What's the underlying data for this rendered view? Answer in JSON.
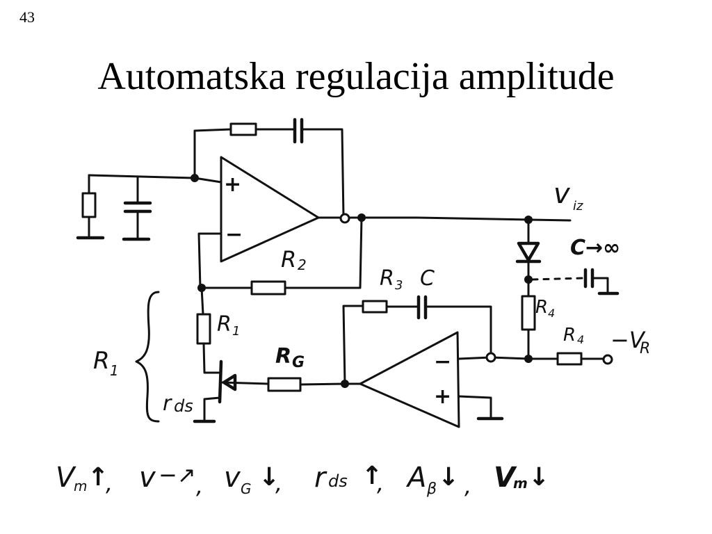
{
  "slide": {
    "number": "43",
    "title": "Automatska regulacija amplitude"
  },
  "circuit": {
    "labels": {
      "v_iz": "v",
      "v_iz_sub": "iz",
      "r2": "R",
      "r2_sub": "2",
      "r3": "R",
      "r3_sub": "3",
      "c": "C",
      "c_inf": "C→∞",
      "r4_vertical": "R",
      "r4_vertical_sub": "4",
      "r4_horizontal": "R",
      "r4_horizontal_sub": "4",
      "vr": "−V",
      "vr_sub": "R",
      "r1_small": "R",
      "r1_small_sub": "1",
      "r1_big": "R",
      "r1_big_sub": "1",
      "rg": "R",
      "rg_sub": "G",
      "rds": "r",
      "rds_sub": "ds",
      "plus_top": "+",
      "minus_top": "−",
      "minus_bottom": "−",
      "plus_bottom": "+"
    },
    "chain": [
      {
        "main": "V",
        "sub": "m",
        "arrow": "↑",
        "sep": ","
      },
      {
        "main": "v",
        "sub": "",
        "arrow": "−↗",
        "sep": ","
      },
      {
        "main": "v",
        "sub": "G",
        "arrow": "↓",
        "sep": ","
      },
      {
        "main": "r",
        "sub": "ds",
        "arrow": "↑",
        "sep": ","
      },
      {
        "main": "A",
        "sub": "β",
        "arrow": "↓",
        "sep": ","
      },
      {
        "main": "V",
        "sub": "m",
        "arrow": "↓",
        "sep": ""
      }
    ]
  }
}
